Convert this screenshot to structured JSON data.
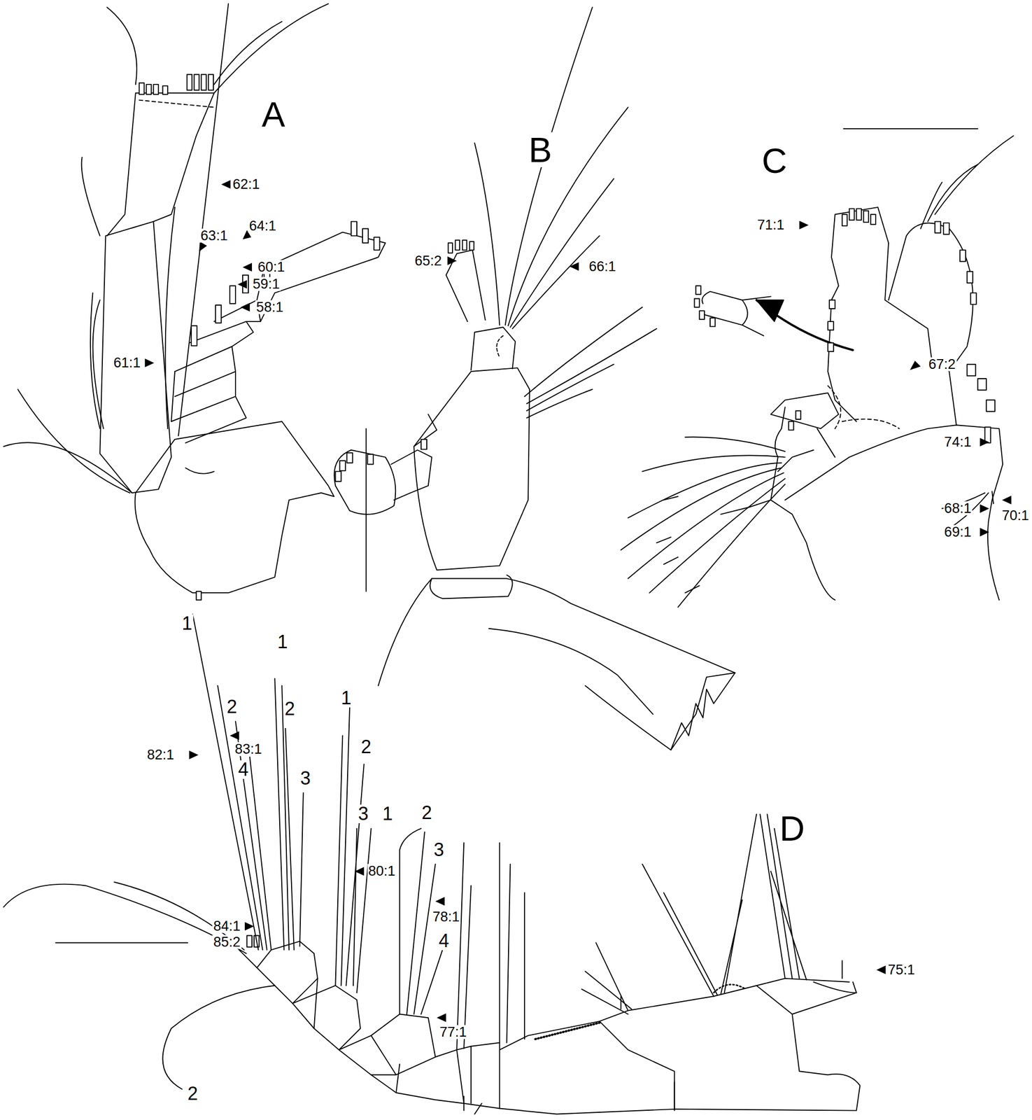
{
  "diagram": {
    "labels": [
      "A",
      "B",
      "C",
      "62:1",
      "64:1",
      "71:1",
      "63:1",
      "65:2",
      "66:1",
      "60:1",
      "59:1",
      "58:1",
      "61:1",
      "67:2",
      "74:1",
      "70:1",
      "68:1",
      "69:1",
      "1",
      "1",
      "1",
      "2",
      "2",
      "83:1",
      "2",
      "4",
      "82:1",
      "3",
      "3",
      "1",
      "2",
      "D",
      "3",
      "80:1",
      "78:1",
      "4",
      "84:1",
      "85:2",
      "75:1",
      "77:1",
      "2"
    ]
  }
}
